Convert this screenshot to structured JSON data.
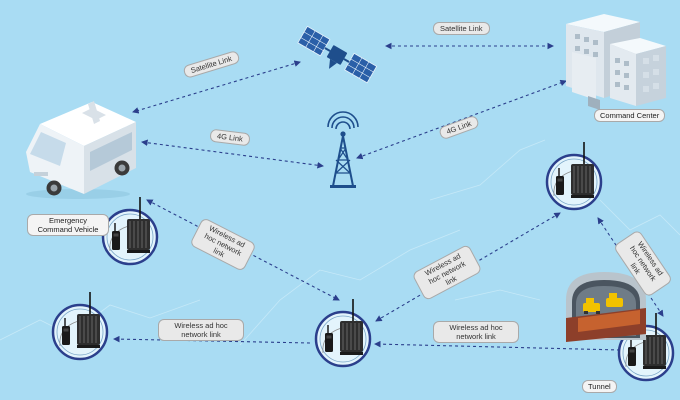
{
  "links": {
    "satellite_left": "Satellite Link",
    "satellite_right": "Satellite Link",
    "fourg_left": "4G Link",
    "fourg_right": "4G Link",
    "adhoc_vehicle_center": "Wireless ad hoc network link",
    "adhoc_center_upper_right": "Wireless ad hoc network link",
    "adhoc_upper_right_tunnel": "Wireless ad hoc network link",
    "adhoc_center_left": "Wireless ad hoc network link",
    "adhoc_tunnel_center": "Wireless ad hoc network link"
  },
  "nodes": {
    "vehicle": "Emergency Command Vehicle",
    "command_center": "Command Center",
    "tunnel": "Tunnel"
  },
  "icons": [
    "satellite-icon",
    "cell-tower-icon",
    "building-icon",
    "van-icon",
    "radio-node-icon",
    "tunnel-icon"
  ],
  "colors": {
    "background": "#a9dcf3",
    "link": "#2b3f8c",
    "node_ring": "#2b3f8c"
  }
}
